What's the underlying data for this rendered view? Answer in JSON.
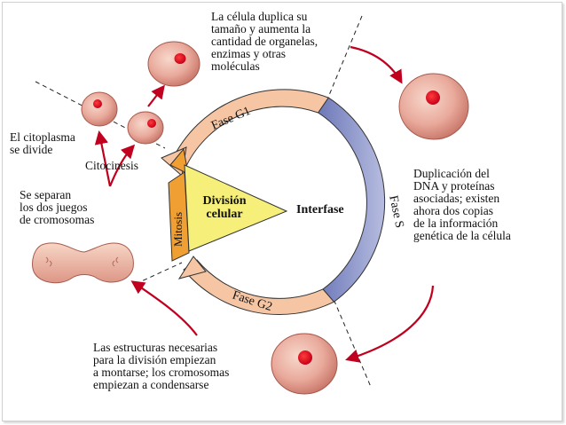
{
  "colors": {
    "g1_phase": "#f6c6a4",
    "s_phase": "#8e97c8",
    "g2_phase": "#f6c6a4",
    "mitosis": "#f0a033",
    "division_wedge": "#f6f07a",
    "arrows": "#c0001e",
    "cell_body": "#e8a49a",
    "nucleus": "#d8001e"
  },
  "labels": {
    "fase_g1": "Fase G1",
    "fase_s": "Fase S",
    "fase_g2": "Fase G2",
    "mitosis": "Mitosis",
    "citocinesis": "Citocinesis",
    "division_line1": "División",
    "division_line2": "celular",
    "interfase": "Interfase"
  },
  "captions": {
    "g1": [
      "La célula duplica su",
      "tamaño y aumenta la",
      "cantidad de organelas,",
      "enzimas y otras",
      "moléculas"
    ],
    "s": [
      "Duplicación del",
      "DNA y proteínas",
      "asociadas; existen",
      "ahora dos copias",
      "de la información",
      "genética de la célula"
    ],
    "g2": [
      "Las estructuras necesarias",
      "para la división empiezan",
      "a montarse; los cromosomas",
      "empiezan a condensarse"
    ],
    "cytoplasm": [
      "El citoplasma",
      "se divide"
    ],
    "chromosomes": [
      "Se separan",
      "los dos juegos",
      "de cromosomas"
    ]
  }
}
